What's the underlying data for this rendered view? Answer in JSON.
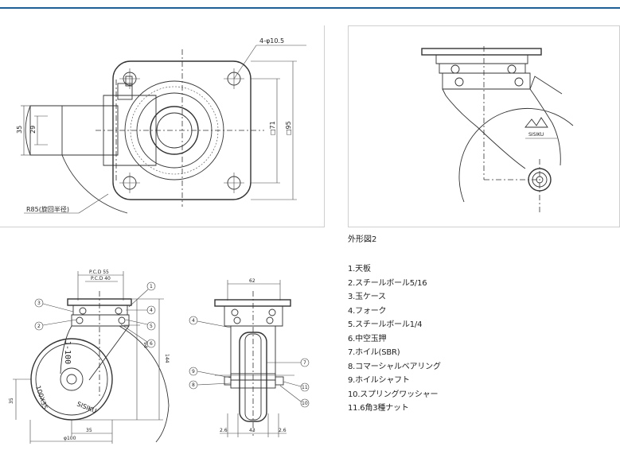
{
  "drawing1": {
    "hole_note": "4-φ10.5",
    "dim_35": "35",
    "dim_29": "29",
    "dim_71": "□71",
    "dim_95": "□95",
    "swivel_radius": "R85(旋回半径)"
  },
  "drawing2": {
    "caption": "外形図2",
    "brand_mark": "SISIKU"
  },
  "drawing3": {
    "pcd55": "P.C.D 55",
    "pcd40": "P.C.D 40",
    "height_94": "94",
    "height_144": "144",
    "wheel_label": "J-100",
    "tire_label": "100X35",
    "brand": "SISIKU",
    "dim_35_left": "35",
    "dim_35_bottom": "35",
    "diameter": "φ100",
    "callouts": [
      "1",
      "2",
      "3",
      "4",
      "5",
      "6"
    ]
  },
  "drawing4": {
    "width_62": "62",
    "dim_2_6_left": "2.6",
    "dim_43": "43",
    "dim_2_6_right": "2.6",
    "callouts": [
      "4",
      "7",
      "9",
      "8",
      "11",
      "10"
    ]
  },
  "parts_list": [
    "1.天板",
    "2.スチールボール5/16",
    "3.玉ケース",
    "4.フォーク",
    "5.スチールボール1/4",
    "6.中空玉押",
    "7.ホイル(SBR)",
    "8.コマーシャルベアリング",
    "9.ホイルシャフト",
    "10.スプリングワッシャー",
    "11.6角3種ナット"
  ]
}
